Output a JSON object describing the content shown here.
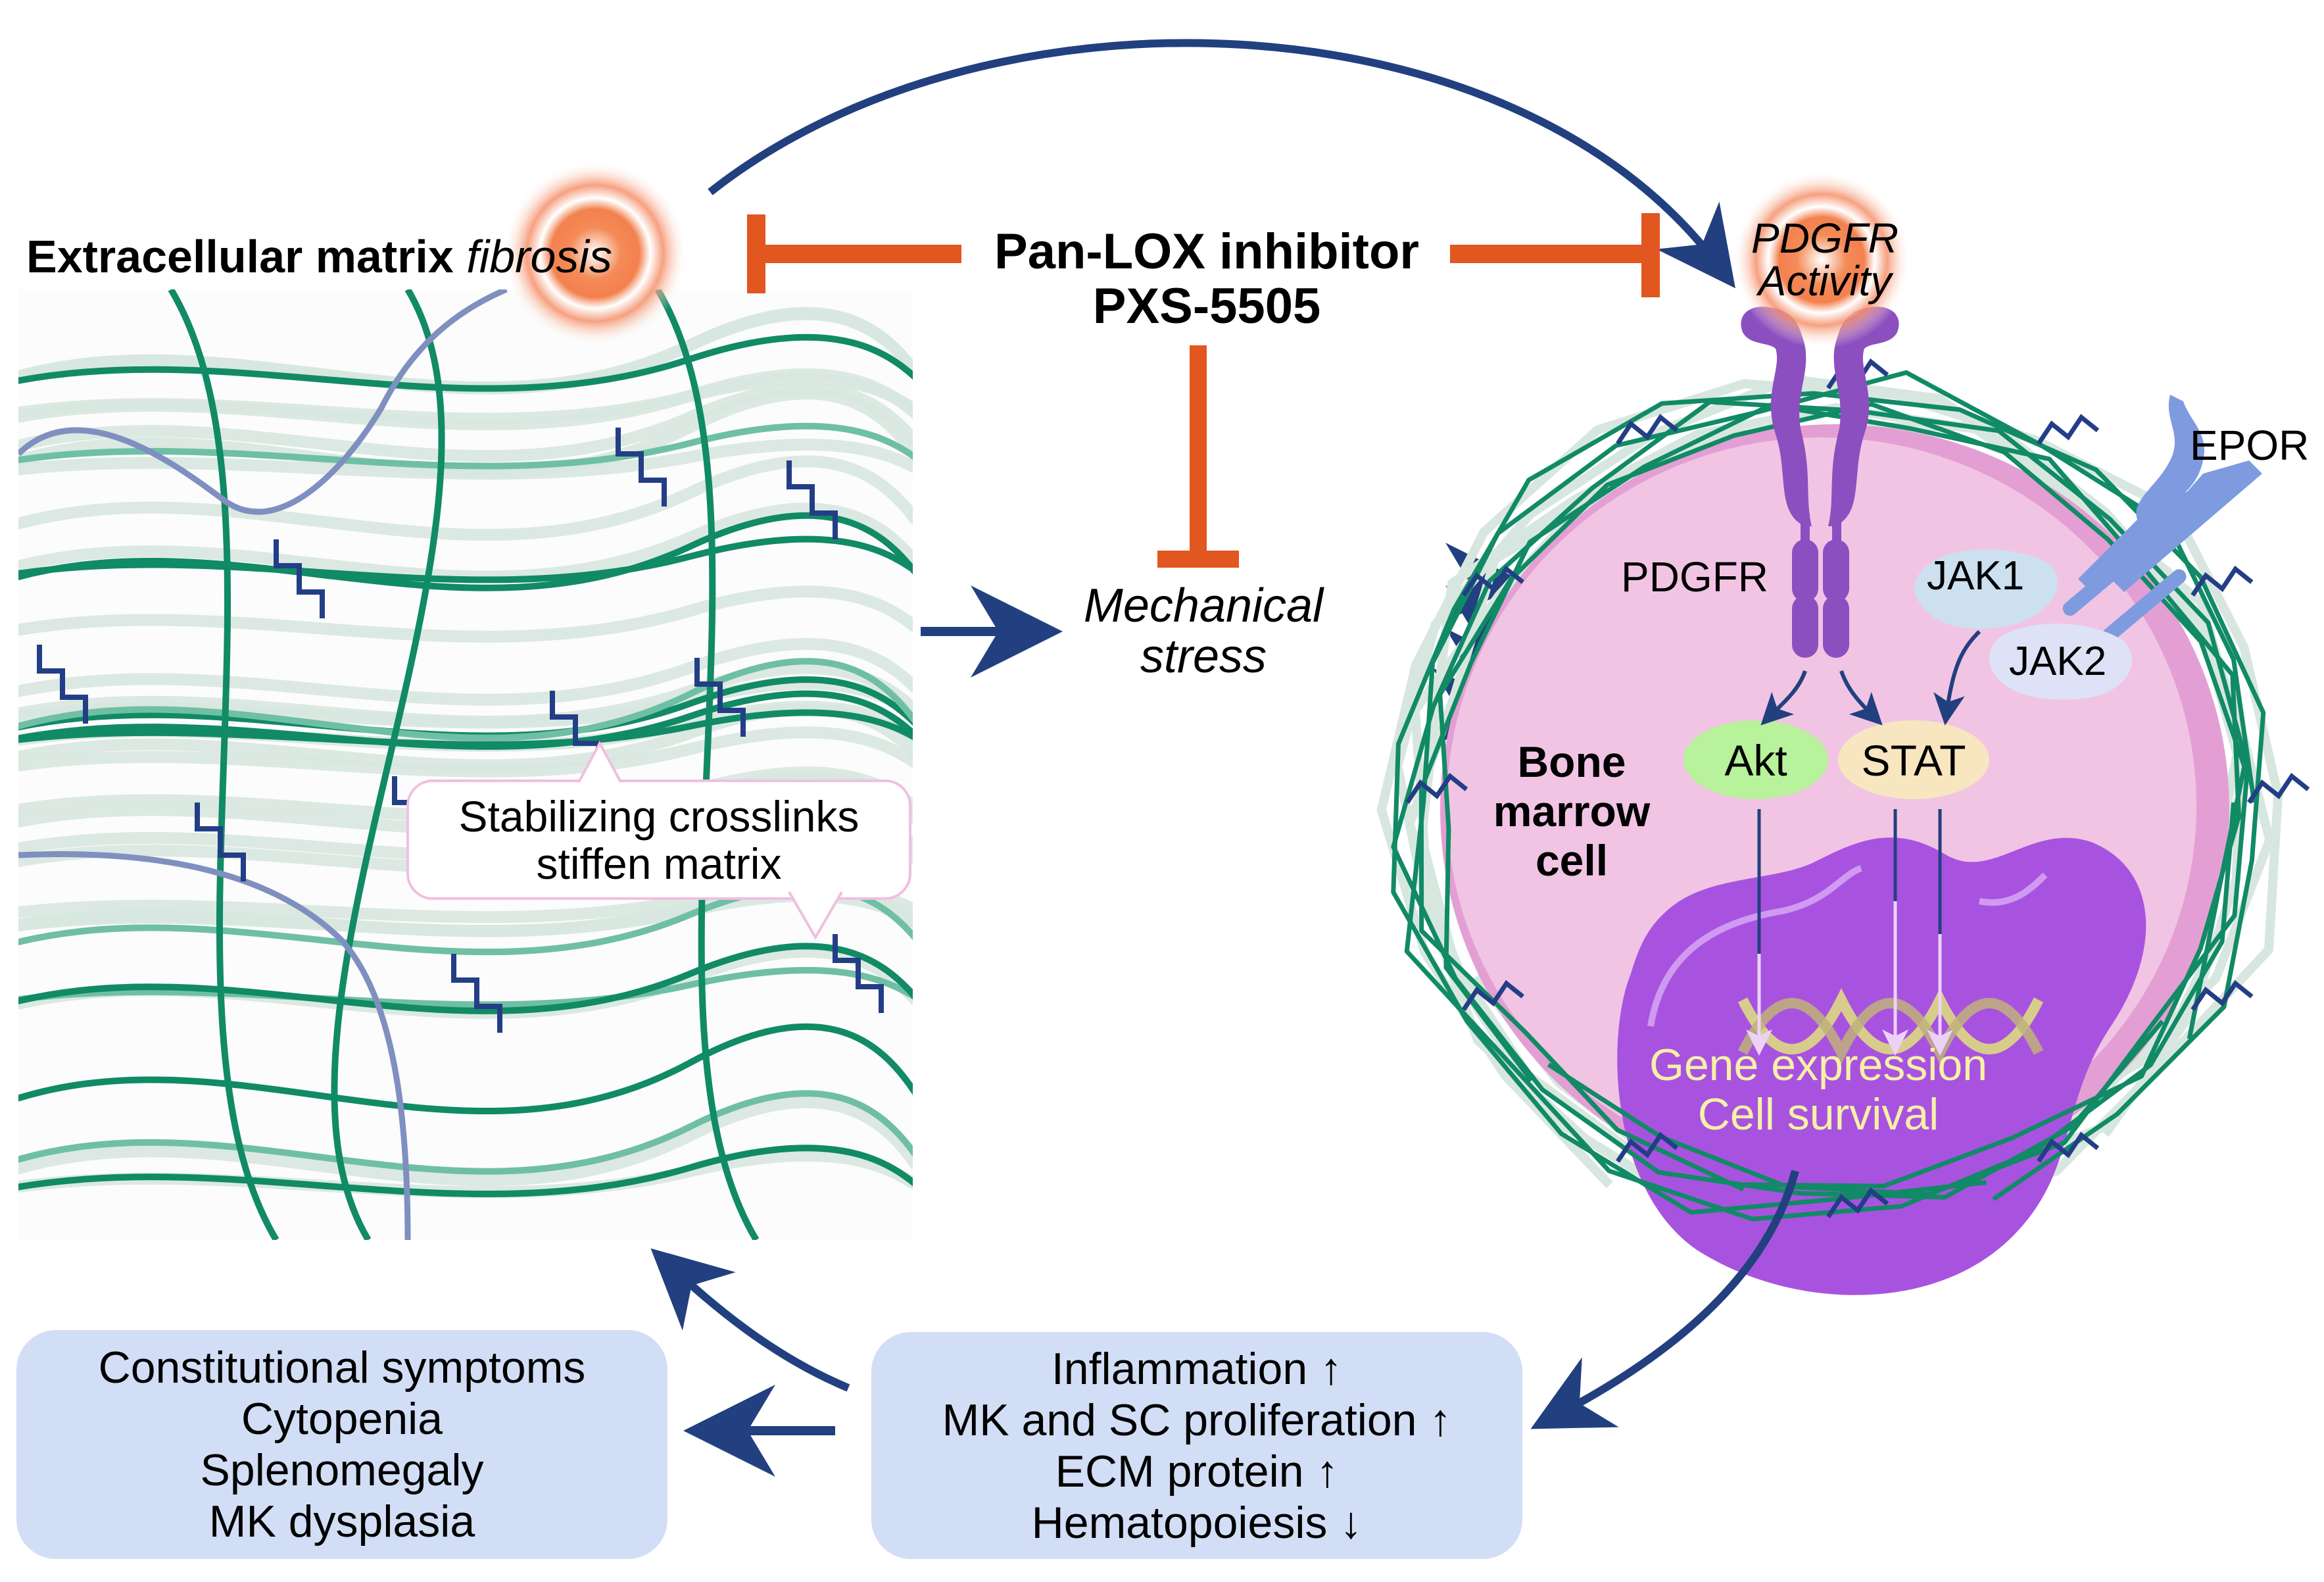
{
  "figure": {
    "ecm_panel": {
      "title_bold": "Extracellular matrix",
      "title_italic": "fibrosis",
      "callout_lines": [
        "Stabilizing crosslinks",
        "stiffen matrix"
      ]
    },
    "inhibitor": {
      "line1": "Pan-LOX inhibitor",
      "line2": "PXS-5505"
    },
    "mechanical_stress": {
      "line1": "Mechanical",
      "line2": "stress"
    },
    "cell_panel": {
      "activity_line1": "PDGFR",
      "activity_line2": "Activity",
      "receptor_label": "PDGFR",
      "epor_label": "EPOR",
      "jak1_label": "JAK1",
      "jak2_label": "JAK2",
      "akt_label": "Akt",
      "stat_label": "STAT",
      "cell_label_lines": [
        "Bone",
        "marrow",
        "cell"
      ],
      "nucleus_lines": [
        "Gene expression",
        "Cell survival"
      ]
    },
    "effects_box": {
      "lines": [
        "Inflammation ↑",
        "MK and SC proliferation ↑",
        "ECM protein ↑",
        "Hematopoiesis ↓"
      ]
    },
    "symptoms_box": {
      "lines": [
        "Constitutional symptoms",
        "Cytopenia",
        "Splenomegaly",
        "MK dysplasia"
      ]
    }
  },
  "colors": {
    "arrow_navy": "#22407f",
    "inhibit_orange": "#e2561f",
    "fiber_green": "#118a66",
    "fiber_pale": "#d7e7df",
    "crosslink_navy": "#233e86",
    "cell_pink": "#f1c4e4",
    "cell_pink_rim": "#e39fd3",
    "nucleus_purple": "#a853e0",
    "receptor_purple": "#8c4fbf",
    "epor_blue": "#7e9be0",
    "akt_green": "#b8f29a",
    "stat_cream": "#f7e6bf",
    "jak1_blue": "#cce0ef",
    "jak2_lavender": "#dde2f6",
    "box_blue": "#d2def5",
    "glow_orange": "#f27a45",
    "dna_gold": "#d8cc8c",
    "nucleus_text": "#f7f1a6"
  }
}
